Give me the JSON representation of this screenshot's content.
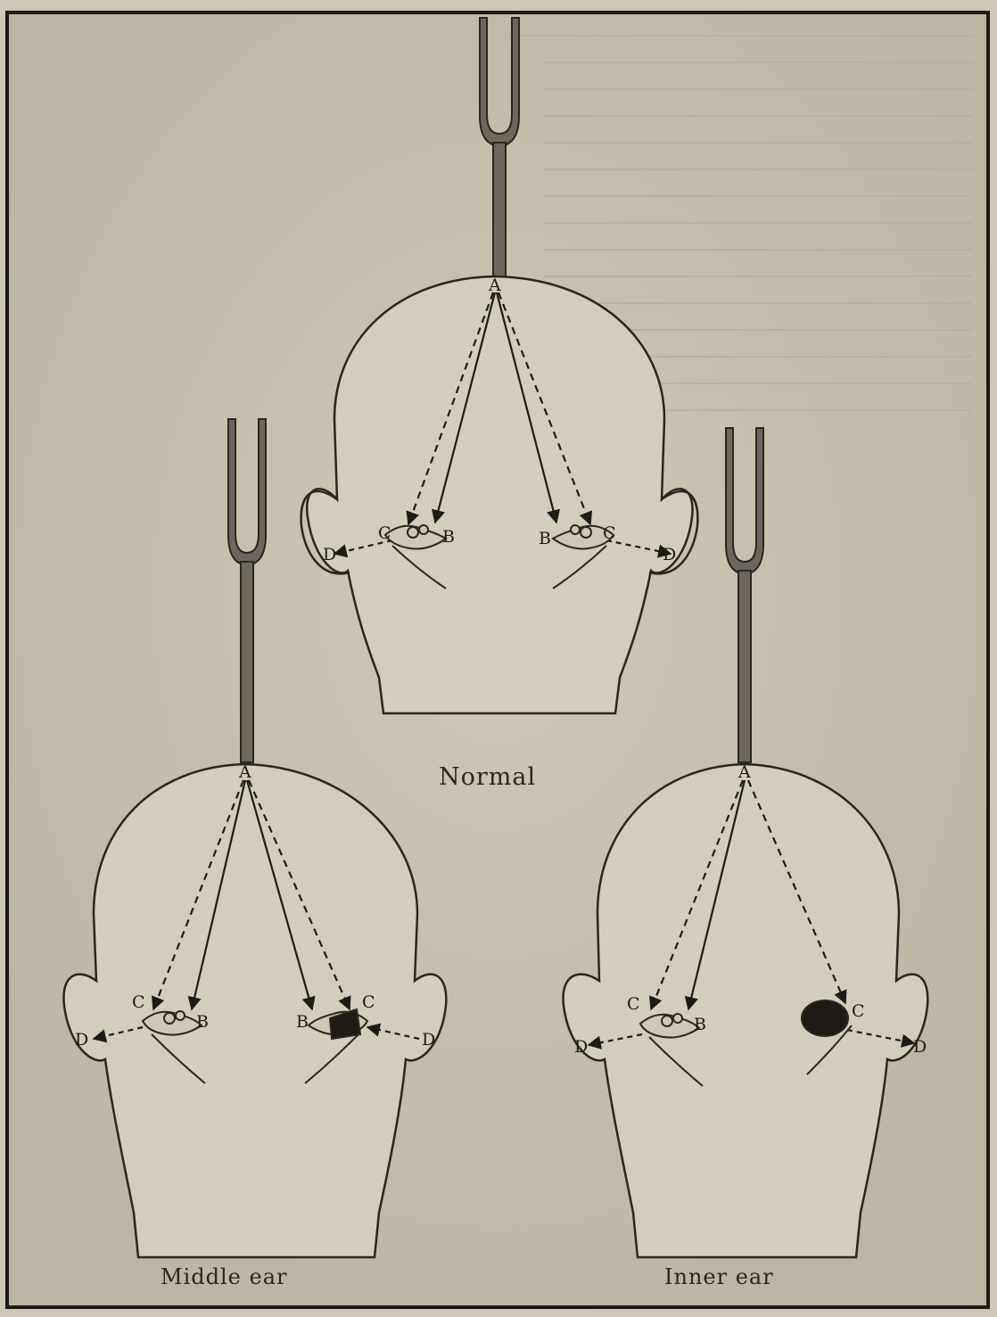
{
  "captions": {
    "normal": "Normal",
    "middle_ear": "Middle ear",
    "inner_ear": "Inner ear"
  },
  "labels": {
    "a": "A",
    "b": "B",
    "c": "C",
    "d": "D"
  },
  "colors": {
    "paper": "#cdc7b6",
    "head_fill": "#d6d0c1",
    "ink": "#1e1b17"
  }
}
